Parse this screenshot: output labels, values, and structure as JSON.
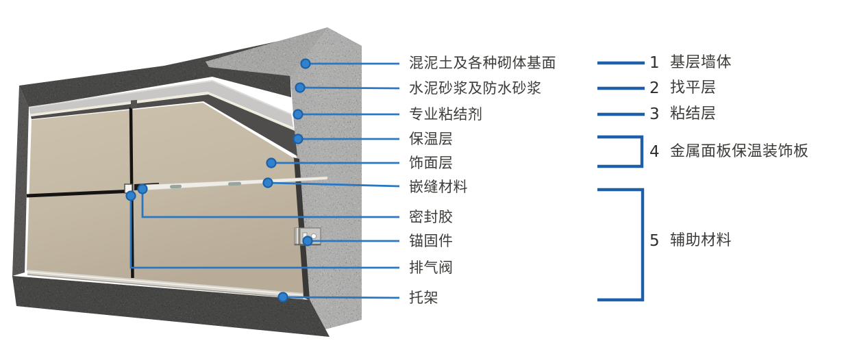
{
  "figure": {
    "type": "wall-insulation-construction-diagram",
    "left_labels": [
      "混泥土及各种砌体基面",
      "水泥砂浆及防水砂浆",
      "专业粘结剂",
      "保温层",
      "饰面层",
      "嵌缝材料",
      "密封胶",
      "锚固件",
      "排气阀",
      "托架"
    ],
    "right_groups": [
      {
        "num": "1",
        "label": "基层墙体"
      },
      {
        "num": "2",
        "label": "找平层"
      },
      {
        "num": "3",
        "label": "粘结层"
      },
      {
        "num": "4",
        "label": "金属面板保温装饰板"
      },
      {
        "num": "5",
        "label": "辅助材料"
      }
    ],
    "colors": {
      "leader_blue": "#2a76c1",
      "dot_fill_blue": "#3181cb",
      "bracket_blue": "#1e5fa7",
      "text_dark": "#3d3b38",
      "panel_tan": "#c5baa6",
      "concrete_light": "#b2b1af",
      "concrete_dark": "#3e3d3b",
      "adhesive_gray": "#c8c7c5",
      "insulation_gray": "#4e4d4b"
    }
  }
}
